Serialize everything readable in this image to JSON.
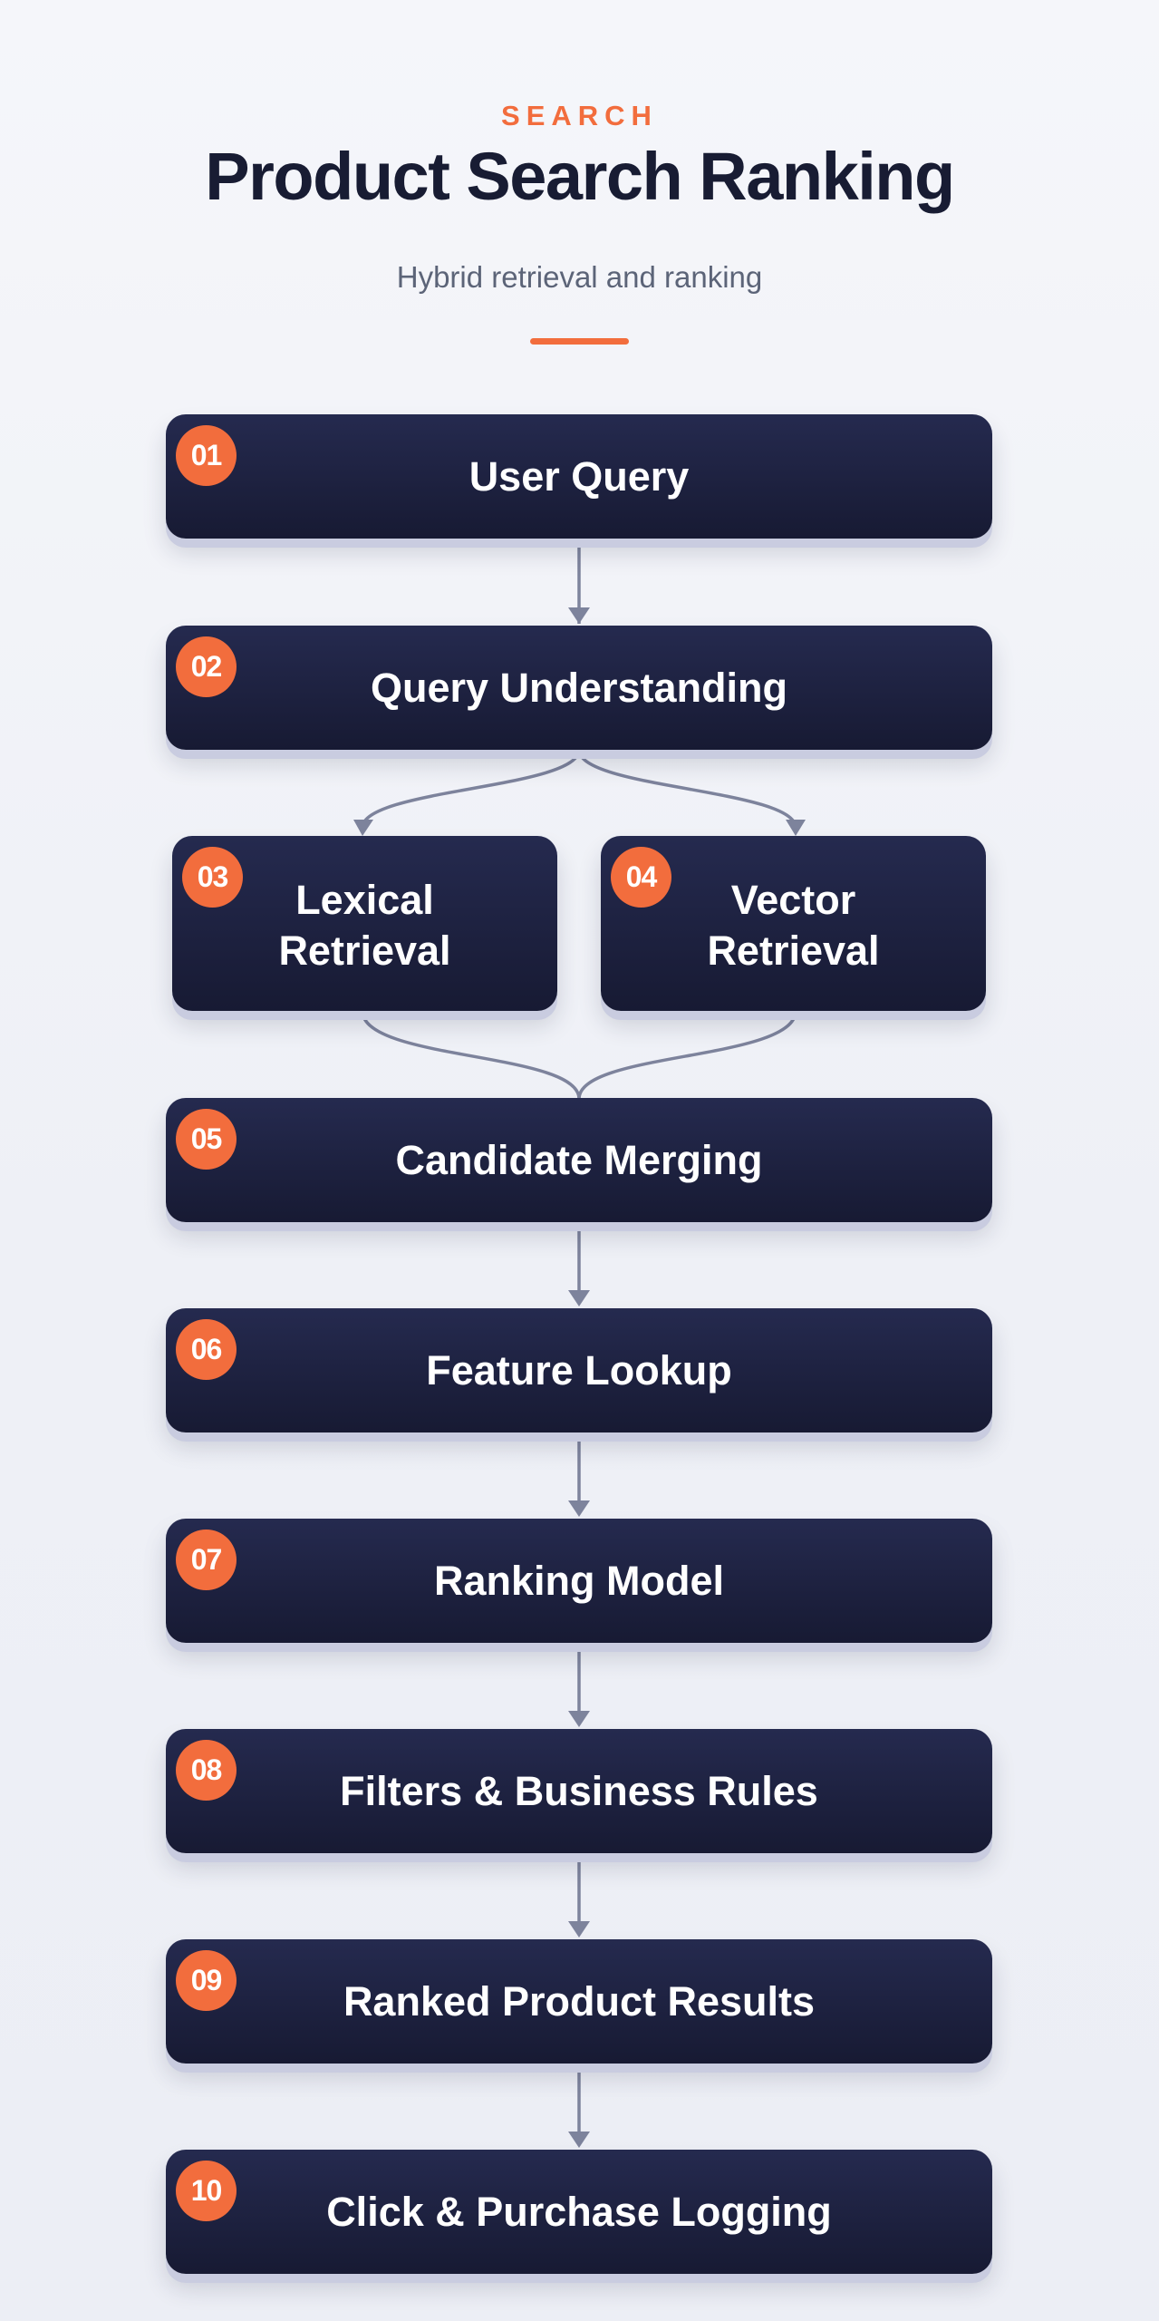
{
  "header": {
    "eyebrow": "SEARCH",
    "title": "Product Search Ranking",
    "subtitle": "Hybrid retrieval and ranking"
  },
  "colors": {
    "accent": "#f26d3d",
    "node_fill": "#1e2244",
    "connector": "#7d839c",
    "title": "#181c33"
  },
  "steps": [
    {
      "number": "01",
      "label": "User Query"
    },
    {
      "number": "02",
      "label": "Query Understanding"
    },
    {
      "number": "03",
      "label": "Lexical Retrieval"
    },
    {
      "number": "04",
      "label": "Vector Retrieval"
    },
    {
      "number": "05",
      "label": "Candidate Merging"
    },
    {
      "number": "06",
      "label": "Feature Lookup"
    },
    {
      "number": "07",
      "label": "Ranking Model"
    },
    {
      "number": "08",
      "label": "Filters & Business Rules"
    },
    {
      "number": "09",
      "label": "Ranked Product Results"
    },
    {
      "number": "10",
      "label": "Click & Purchase Logging"
    }
  ],
  "edges": [
    [
      "01",
      "02"
    ],
    [
      "02",
      "03"
    ],
    [
      "02",
      "04"
    ],
    [
      "03",
      "05"
    ],
    [
      "04",
      "05"
    ],
    [
      "05",
      "06"
    ],
    [
      "06",
      "07"
    ],
    [
      "07",
      "08"
    ],
    [
      "08",
      "09"
    ],
    [
      "09",
      "10"
    ]
  ]
}
